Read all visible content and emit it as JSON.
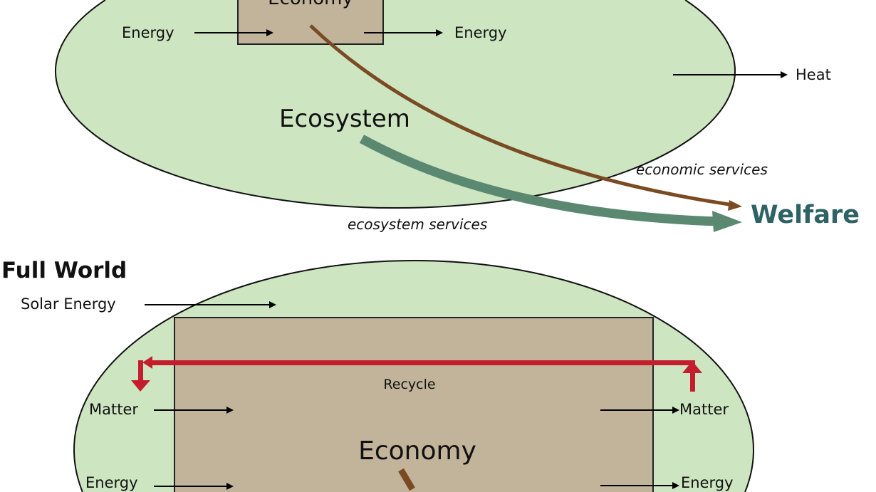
{
  "top": {
    "economy": "Economy",
    "energy_in": "Energy",
    "energy_out": "Energy",
    "heat": "Heat",
    "ecosystem": "Ecosystem",
    "economic_services": "economic services",
    "ecosystem_services": "ecosystem services",
    "welfare": "Welfare"
  },
  "bottom": {
    "title": "Full World",
    "solar_energy": "Solar Energy",
    "recycle": "Recycle",
    "matter_in": "Matter",
    "matter_out": "Matter",
    "energy_in": "Energy",
    "energy_out": "Energy",
    "economy": "Economy"
  },
  "colors": {
    "ecosystem_fill": "#cde5c1",
    "economy_fill": "#c1b49a",
    "recycle_arrow": "#c41e2e",
    "economic_arrow": "#7a4b22",
    "ecosystem_arrow": "#5a8870",
    "welfare_text": "#2e6265"
  }
}
